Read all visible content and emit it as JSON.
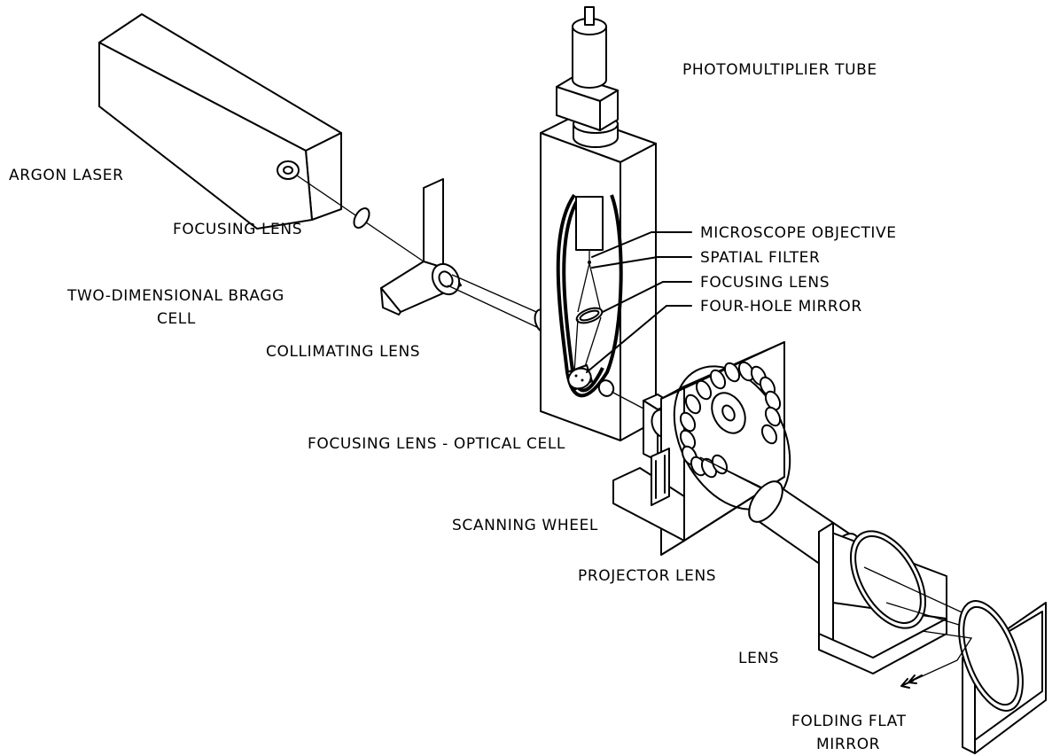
{
  "labels": {
    "pmt": "PHOTOMULTIPLIER TUBE",
    "argon_laser": "ARGON LASER",
    "focusing_lens_1": "FOCUSING LENS",
    "bragg_cell_line1": "TWO-DIMENSIONAL BRAGG",
    "bragg_cell_line2": "CELL",
    "collimating_lens": "COLLIMATING  LENS",
    "microscope_objective": "MICROSCOPE OBJECTIVE",
    "spatial_filter": "SPATIAL FILTER",
    "focusing_lens_2": "FOCUSING LENS",
    "four_hole_mirror": "FOUR-HOLE MIRROR",
    "optical_cell": "FOCUSING LENS - OPTICAL CELL",
    "scanning_wheel": "SCANNING WHEEL",
    "projector_lens": "PROJECTOR LENS",
    "lens": "LENS",
    "folding_mirror_line1": "FOLDING FLAT",
    "folding_mirror_line2": "MIRROR"
  }
}
